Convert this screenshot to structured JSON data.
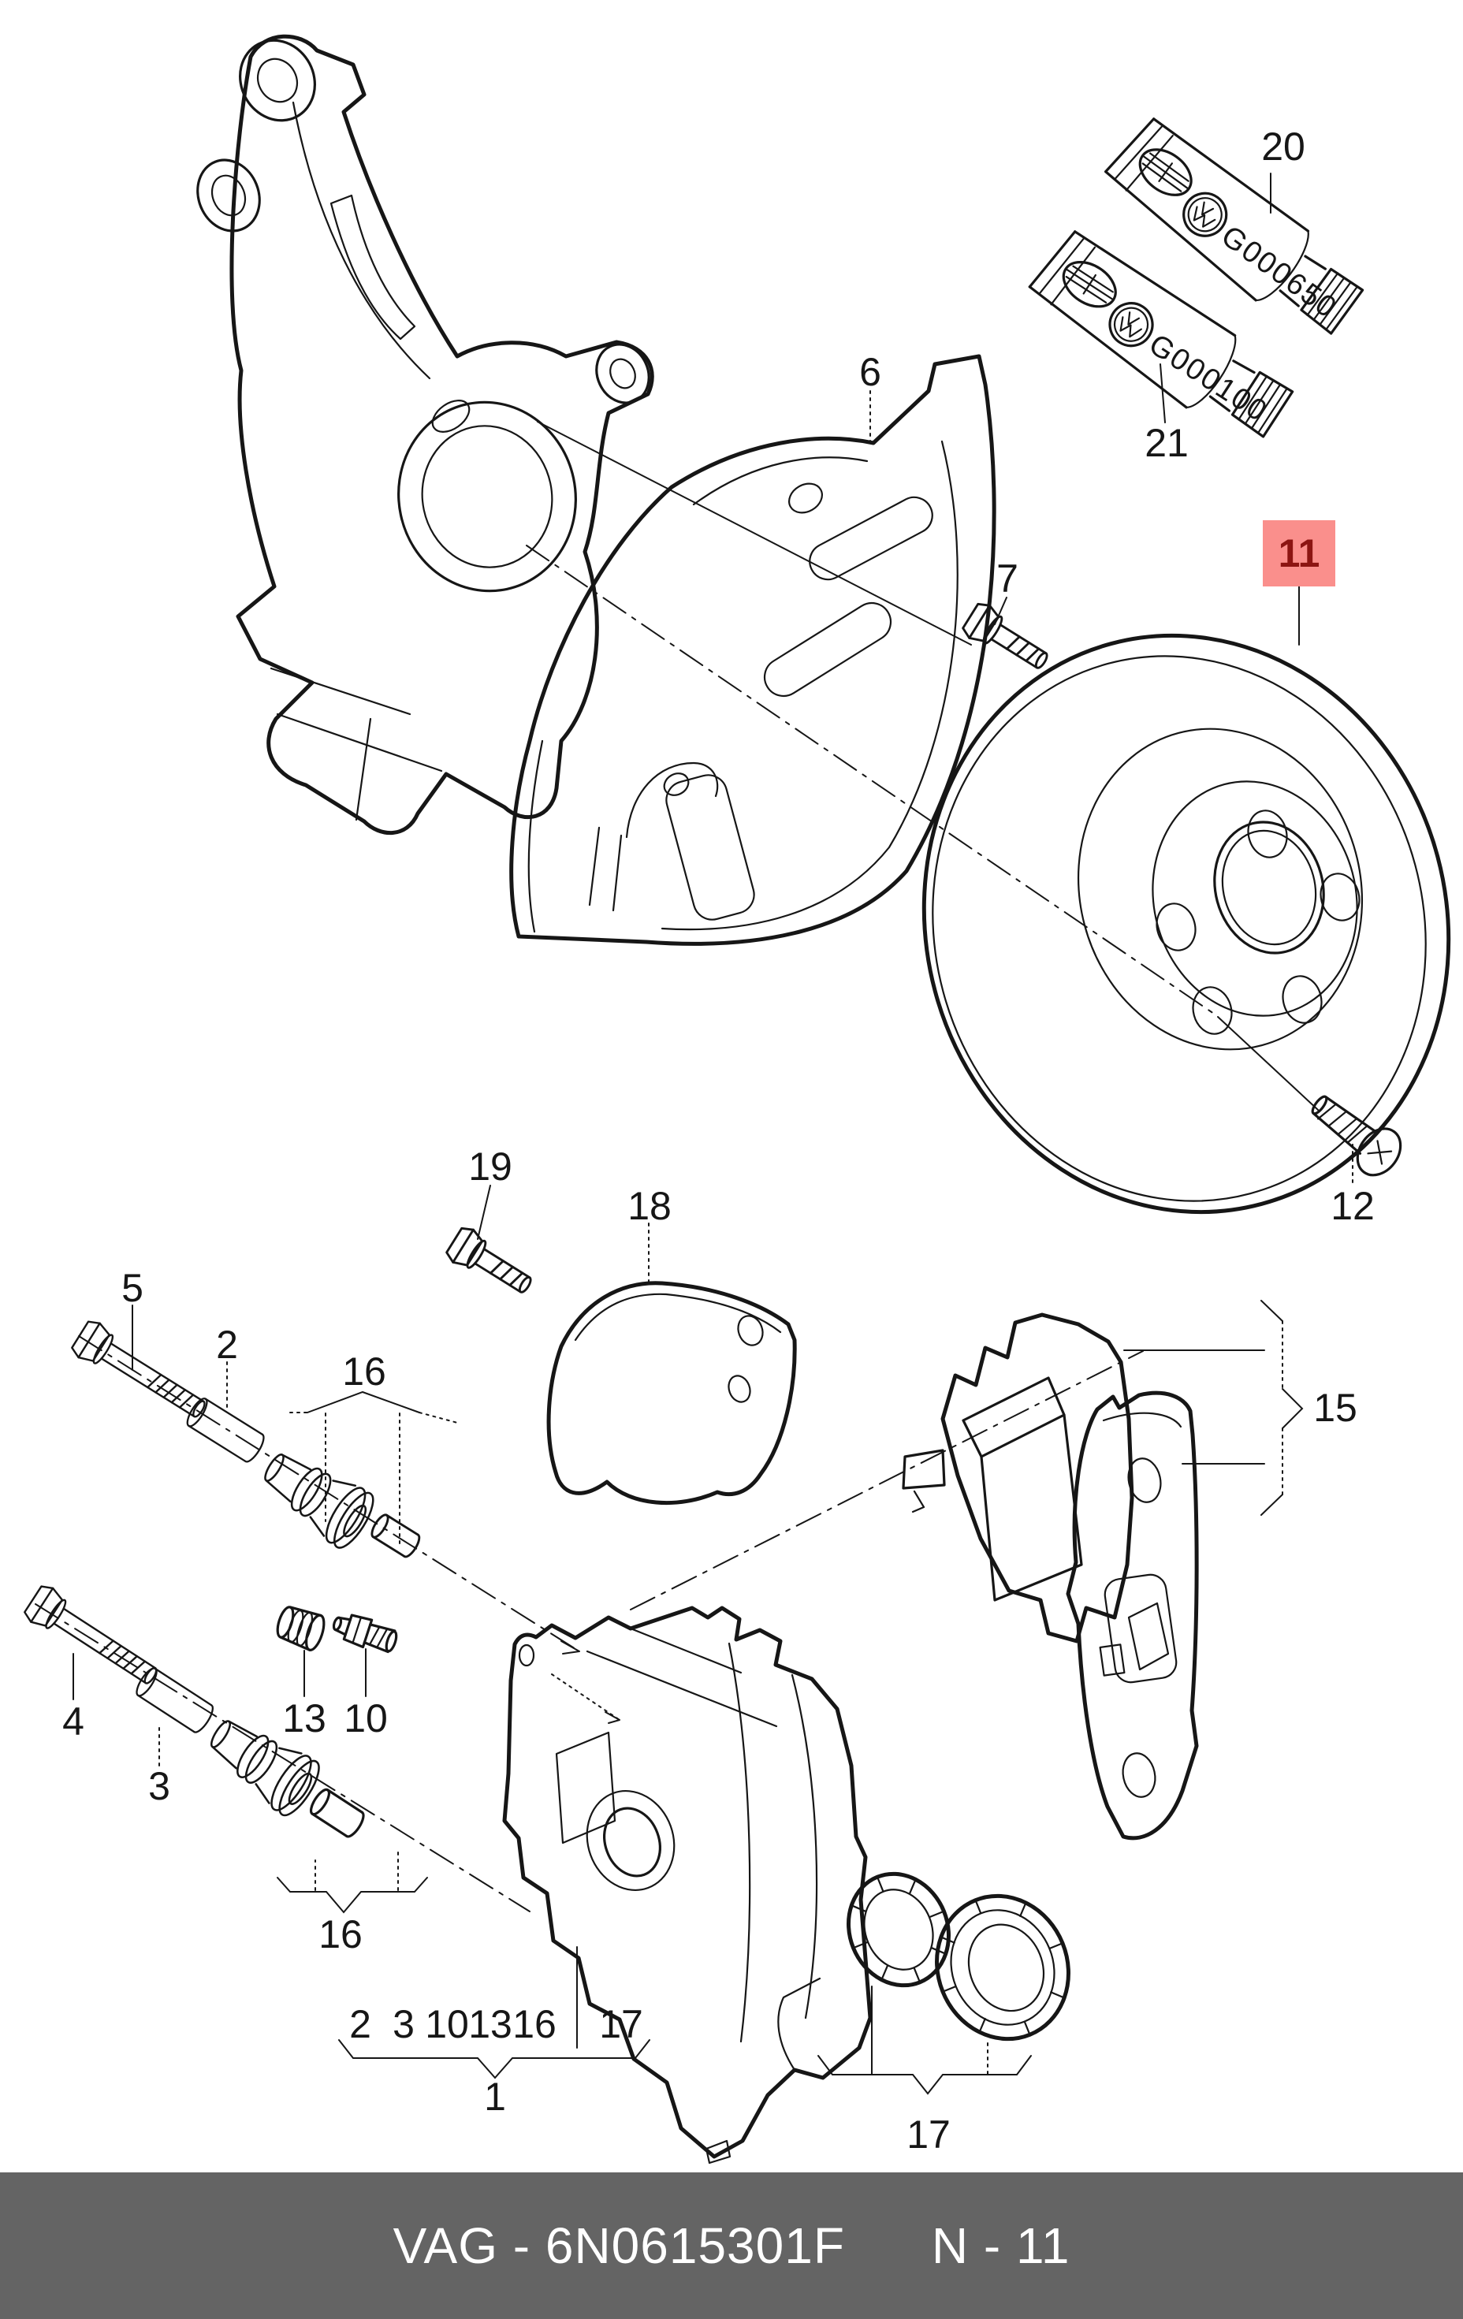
{
  "colors": {
    "line": "#161616",
    "highlight_bg": "#fa8f8c",
    "highlight_text": "#8c1512",
    "footer_bg": "#646464",
    "footer_text": "#ffffff"
  },
  "footer": {
    "catalog_code": "VAG - 6N0615301F",
    "page_ref": "N - 11"
  },
  "tubes": [
    {
      "callout": "20",
      "code": "G000650"
    },
    {
      "callout": "21",
      "code": "G000100"
    }
  ],
  "callouts": {
    "c6": "6",
    "c7": "7",
    "c11": "11",
    "c12": "12",
    "c19": "19",
    "c18": "18",
    "c5": "5",
    "c2": "2",
    "c16_upper": "16",
    "c15": "15",
    "c4": "4",
    "c3": "3",
    "c13": "13",
    "c10": "10",
    "c16_lower": "16",
    "row_2": "2",
    "row_3": "3",
    "row_10": "10",
    "row_13": "13",
    "row_16": "16",
    "row_17": "17",
    "c1": "1",
    "c17_seals": "17"
  }
}
